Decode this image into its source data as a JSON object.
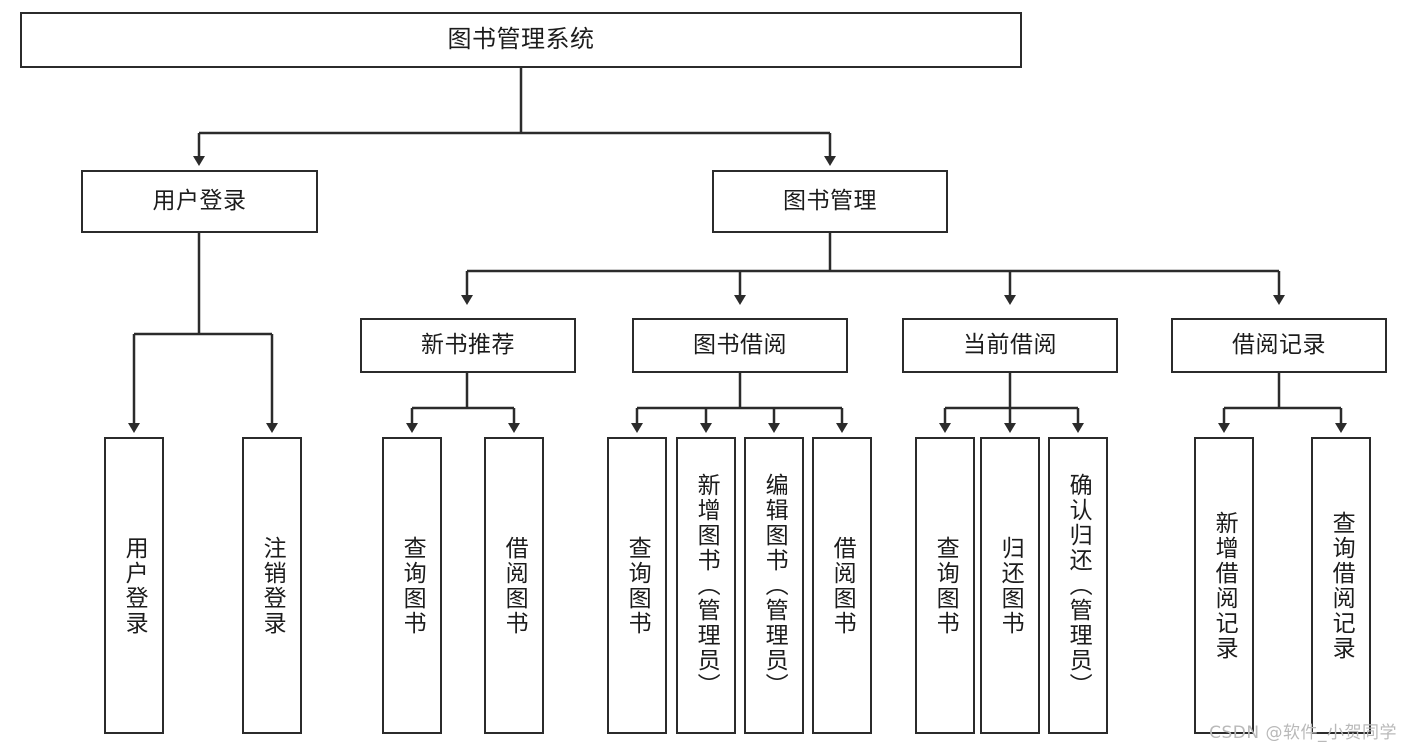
{
  "diagram": {
    "title": "图书管理系统",
    "watermark": "CSDN @软件_小贺同学",
    "stroke_color": "#2b2b2b",
    "background_color": "#ffffff",
    "nodes": {
      "root": {
        "label": "图书管理系统"
      },
      "level1": [
        {
          "id": "user-login",
          "label": "用户登录"
        },
        {
          "id": "book-management",
          "label": "图书管理"
        }
      ],
      "level2": [
        {
          "id": "new-book-recommend",
          "label": "新书推荐"
        },
        {
          "id": "book-borrow",
          "label": "图书借阅"
        },
        {
          "id": "current-borrow",
          "label": "当前借阅"
        },
        {
          "id": "borrow-record",
          "label": "借阅记录"
        }
      ],
      "leaves": [
        {
          "id": "leaf-user-login",
          "parent": "user-login",
          "label": "用户登录"
        },
        {
          "id": "leaf-logout",
          "parent": "user-login",
          "label": "注销登录"
        },
        {
          "id": "leaf-query-book-1",
          "parent": "new-book-recommend",
          "label": "查询图书"
        },
        {
          "id": "leaf-borrow-book-1",
          "parent": "new-book-recommend",
          "label": "借阅图书"
        },
        {
          "id": "leaf-query-book-2",
          "parent": "book-borrow",
          "label": "查询图书"
        },
        {
          "id": "leaf-add-book",
          "parent": "book-borrow",
          "label": "新增图书（管理员）"
        },
        {
          "id": "leaf-edit-book",
          "parent": "book-borrow",
          "label": "编辑图书（管理员）"
        },
        {
          "id": "leaf-borrow-book-2",
          "parent": "book-borrow",
          "label": "借阅图书"
        },
        {
          "id": "leaf-query-book-3",
          "parent": "current-borrow",
          "label": "查询图书"
        },
        {
          "id": "leaf-return-book",
          "parent": "current-borrow",
          "label": "归还图书"
        },
        {
          "id": "leaf-confirm-return",
          "parent": "current-borrow",
          "label": "确认归还（管理员）"
        },
        {
          "id": "leaf-add-record",
          "parent": "borrow-record",
          "label": "新增借阅记录"
        },
        {
          "id": "leaf-query-record",
          "parent": "borrow-record",
          "label": "查询借阅记录"
        }
      ]
    }
  }
}
